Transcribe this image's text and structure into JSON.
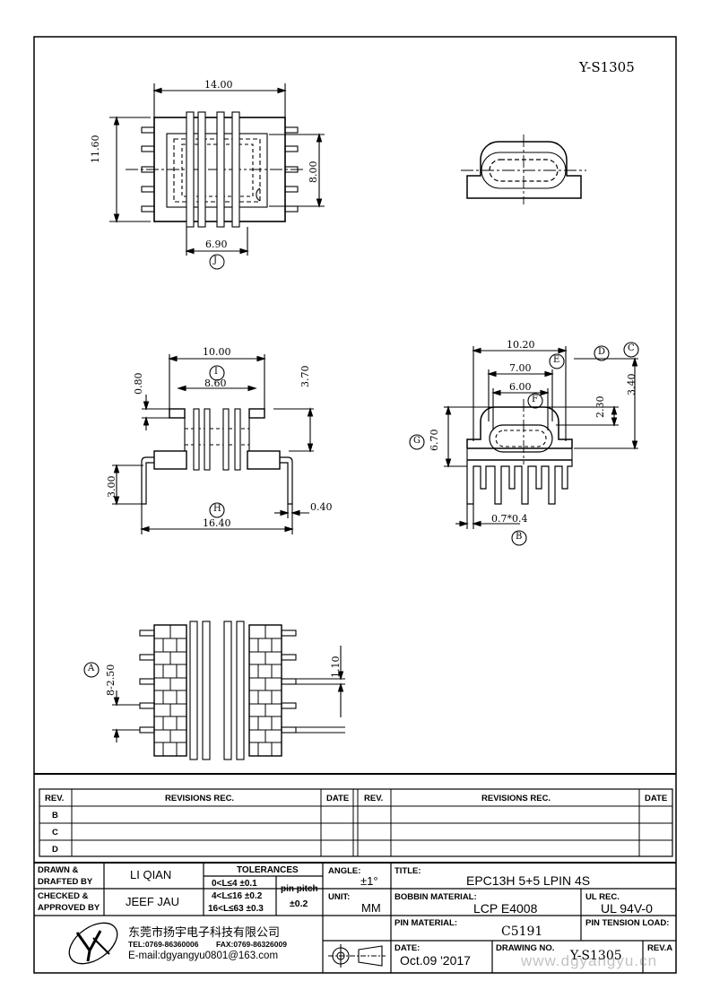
{
  "drawing_code": "Y-S1305",
  "views": {
    "top": {
      "dim_width": "14.00",
      "dim_height": "11.60",
      "dim_inner": "8.00",
      "dim_pins": "6.90",
      "ref": "J"
    },
    "front": {
      "dim_top": "10.00",
      "dim_top_ref": "I",
      "dim_inner": "8.60",
      "dim_flange": "0.80",
      "dim_height": "3.70",
      "dim_leg": "3.00",
      "dim_total": "16.40",
      "dim_total_ref": "H",
      "dim_thick": "0.40"
    },
    "side": {
      "dim_outer": "10.20",
      "dim_mid": "7.00",
      "dim_mid_ref": "E",
      "dim_inner": "6.00",
      "dim_inner_ref": "F",
      "dim_h1": "2.30",
      "dim_h2": "3.40",
      "dim_height": "6.70",
      "dim_height_ref": "G",
      "dim_pin": "0.7*0.4",
      "dim_pin_ref": "B",
      "ref_d": "D",
      "ref_c": "C"
    },
    "bottom": {
      "dim_pitch": "8-2.50",
      "dim_pitch_ref": "A",
      "dim_pin": "1.10"
    }
  },
  "revisions": {
    "header_rev": "REV.",
    "header_rec": "REVISIONS   REC.",
    "header_date": "DATE",
    "rows": [
      "B",
      "C",
      "D"
    ]
  },
  "title_block": {
    "drawn_label_1": "DRAWN &",
    "drawn_label_2": "DRAFTED BY",
    "drawn_by": "LI QIAN",
    "checked_label_1": "CHECKED &",
    "checked_label_2": "APPROVED BY",
    "checked_by": "JEEF JAU",
    "tolerances_label": "TOLERANCES",
    "tol_1": "0<L≤4   ±0.1",
    "tol_2": "4<L≤16  ±0.2",
    "tol_3": "16<L≤63  ±0.3",
    "pin_pitch_label": "pin pitch",
    "pin_pitch_value": "±0.2",
    "angle_label": "ANGLE:",
    "angle_value": "±1°",
    "unit_label": "UNIT:",
    "unit_value": "MM",
    "title_label": "TITLE:",
    "title_value": "EPC13H 5+5 LPIN 4S",
    "bobbin_label": "BOBBIN MATERIAL:",
    "bobbin_value": "LCP E4008",
    "ul_label": "UL REC.",
    "ul_value": "UL 94V-0",
    "pin_material_label": "PIN MATERIAL:",
    "pin_material_value": "C5191",
    "pin_tension_label": "PIN TENSION LOAD:",
    "date_label": "DATE:",
    "date_value": "Oct.09 '2017",
    "drawing_no_label": "DRAWING NO.",
    "drawing_no_value": "Y-S1305",
    "rev_label": "REV.A",
    "company_name": "东莞市扬宇电子科技有限公司",
    "tel": "TEL:0769-86360006",
    "fax": "FAX:0769-86326009",
    "email": "E-mail:dgyangyu0801@163.com",
    "watermark": "www.dgyangyu.cn"
  }
}
